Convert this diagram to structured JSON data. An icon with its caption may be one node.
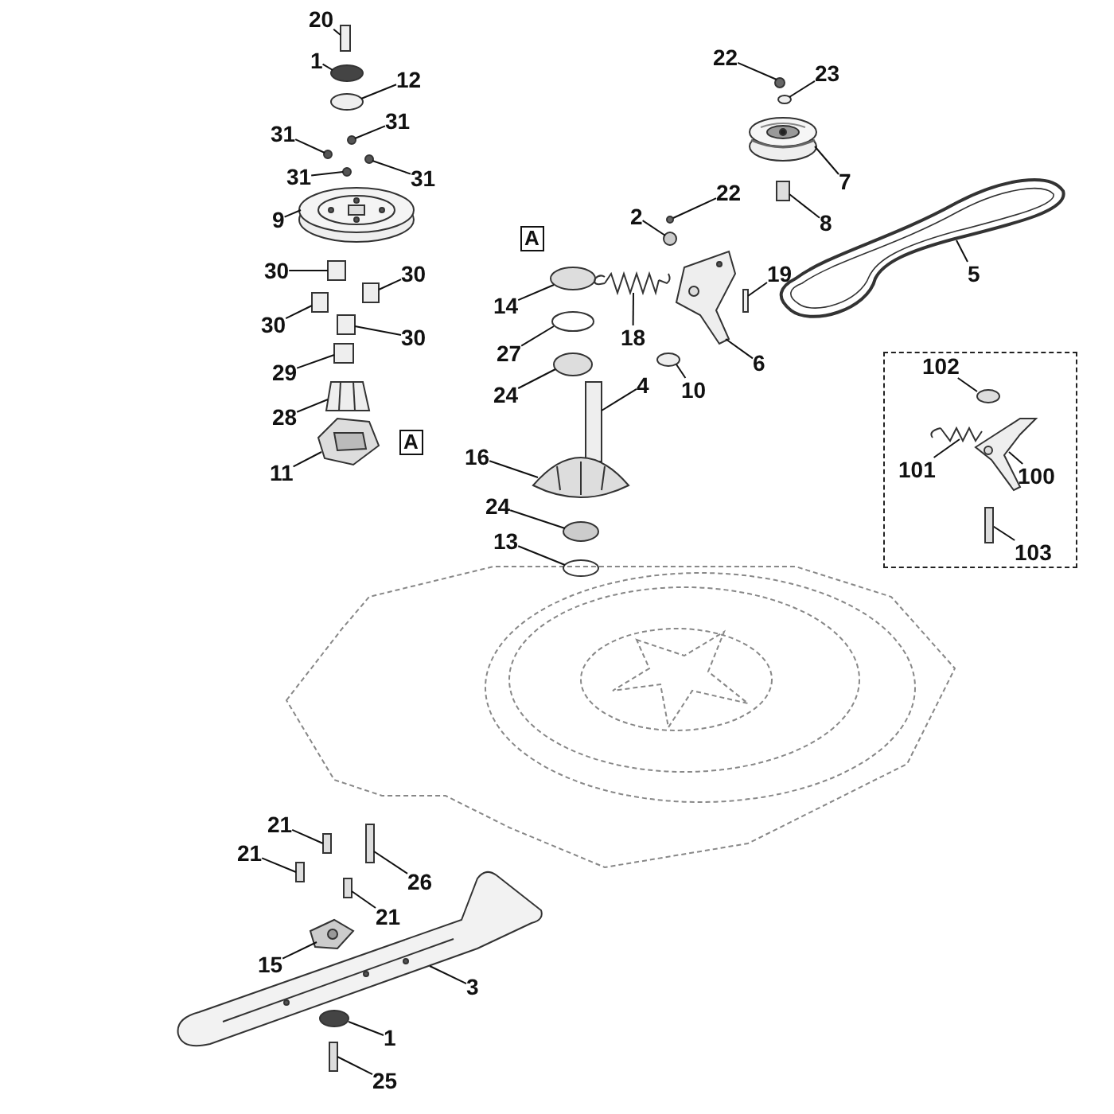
{
  "diagram": {
    "nodes": [
      {
        "text": [
          "20"
        ]
      },
      {
        "text": [
          "1"
        ]
      },
      {
        "text": [
          "12"
        ]
      },
      {
        "text": [
          "22"
        ]
      },
      {
        "text": [
          "23"
        ]
      },
      {
        "text": [
          "31"
        ]
      },
      {
        "text": [
          "31"
        ]
      },
      {
        "text": [
          "31"
        ]
      },
      {
        "text": [
          "31"
        ]
      },
      {
        "text": [
          "7"
        ]
      },
      {
        "text": [
          "9"
        ]
      },
      {
        "text": [
          "2"
        ]
      },
      {
        "text": [
          "22"
        ]
      },
      {
        "text": [
          "8"
        ]
      },
      {
        "text": [
          "A"
        ]
      },
      {
        "text": [
          "14"
        ]
      },
      {
        "text": [
          "5"
        ]
      },
      {
        "text": [
          "18"
        ]
      },
      {
        "text": [
          "30"
        ]
      },
      {
        "text": [
          "30"
        ]
      },
      {
        "text": [
          "19"
        ]
      },
      {
        "text": [
          "30"
        ]
      },
      {
        "text": [
          "30"
        ]
      },
      {
        "text": [
          "27"
        ]
      },
      {
        "text": [
          "6"
        ]
      },
      {
        "text": [
          "24"
        ]
      },
      {
        "text": [
          "4"
        ]
      },
      {
        "text": [
          "10"
        ]
      },
      {
        "text": [
          "29"
        ]
      },
      {
        "text": [],
        "shape": "box"
      },
      {
        "text": [
          "102"
        ],
        "in": 29
      },
      {
        "text": [
          "101"
        ],
        "in": 29
      },
      {
        "text": [
          "100"
        ],
        "in": 29
      },
      {
        "text": [
          "103"
        ],
        "in": 29
      },
      {
        "text": [
          "28"
        ]
      },
      {
        "text": [
          "16"
        ]
      },
      {
        "text": [
          "A"
        ]
      },
      {
        "text": [
          "11"
        ]
      },
      {
        "text": [
          "24"
        ]
      },
      {
        "text": [
          "13"
        ]
      },
      {
        "text": [
          "21"
        ]
      },
      {
        "text": [
          "21"
        ]
      },
      {
        "text": [
          "26"
        ]
      },
      {
        "text": [
          "21"
        ]
      },
      {
        "text": [
          "15"
        ]
      },
      {
        "text": [
          "3"
        ]
      },
      {
        "text": [
          "1"
        ]
      },
      {
        "text": [
          "25"
        ]
      },
      {
        "text": [],
        "shape": "bar"
      },
      {
        "text": [],
        "shape": "circle"
      },
      {
        "text": [],
        "shape": "circle"
      },
      {
        "text": [],
        "shape": "circle"
      },
      {
        "text": [],
        "shape": "circle"
      },
      {
        "text": [],
        "shape": "circle"
      },
      {
        "text": [],
        "shape": "circle"
      },
      {
        "text": [],
        "shape": "circle"
      },
      {
        "text": [],
        "shape": "circle"
      },
      {
        "text": [],
        "shape": "picture"
      },
      {
        "text": [],
        "shape": "picture"
      },
      {
        "text": [],
        "shape": "circle"
      },
      {
        "text": [],
        "shape": "circle"
      },
      {
        "text": [],
        "shape": "bar"
      },
      {
        "text": [],
        "shape": "circle"
      },
      {
        "text": [],
        "shape": "picture"
      },
      {
        "text": [],
        "shape": "picture"
      },
      {
        "text": [],
        "shape": "box"
      },
      {
        "text": [],
        "shape": "box"
      },
      {
        "text": [],
        "shape": "bar"
      },
      {
        "text": [],
        "shape": "box"
      },
      {
        "text": [],
        "shape": "box"
      },
      {
        "text": [],
        "shape": "circle"
      },
      {
        "text": [],
        "shape": "picture"
      },
      {
        "text": [],
        "shape": "circle"
      },
      {
        "text": [],
        "shape": "bar"
      },
      {
        "text": [],
        "shape": "circle"
      },
      {
        "text": [],
        "shape": "box"
      },
      {
        "text": [],
        "shape": "circle",
        "in": 29
      },
      {
        "text": [],
        "shape": "picture",
        "in": 29
      },
      {
        "text": [],
        "shape": "picture",
        "in": 29
      },
      {
        "text": [],
        "shape": "bar",
        "in": 29
      },
      {
        "text": [],
        "shape": "picture"
      },
      {
        "text": [],
        "shape": "picture"
      },
      {
        "text": [],
        "shape": "picture"
      },
      {
        "text": [],
        "shape": "circle"
      },
      {
        "text": [],
        "shape": "circle"
      },
      {
        "text": [],
        "shape": "bar"
      },
      {
        "text": [],
        "shape": "bar"
      },
      {
        "text": [],
        "shape": "bar"
      },
      {
        "text": [],
        "shape": "bar"
      },
      {
        "text": [],
        "shape": "picture"
      },
      {
        "text": [],
        "shape": "picture"
      },
      {
        "text": [],
        "shape": "circle"
      },
      {
        "text": [],
        "shape": "bar"
      }
    ],
    "edges": [
      {
        "from": 0,
        "to": 48,
        "arrow": "none"
      },
      {
        "from": 1,
        "to": 49,
        "arrow": "none"
      },
      {
        "from": 2,
        "to": 50,
        "arrow": "none"
      },
      {
        "from": 3,
        "to": 51,
        "arrow": "none"
      },
      {
        "from": 4,
        "to": 52,
        "arrow": "none"
      },
      {
        "from": 5,
        "to": 53,
        "arrow": "none"
      },
      {
        "from": 6,
        "to": 54,
        "arrow": "none"
      },
      {
        "from": 7,
        "to": 55,
        "arrow": "none"
      },
      {
        "from": 8,
        "to": 56,
        "arrow": "none"
      },
      {
        "from": 9,
        "to": 57,
        "arrow": "none"
      },
      {
        "from": 10,
        "to": 58,
        "arrow": "none"
      },
      {
        "from": 11,
        "to": 59,
        "arrow": "none"
      },
      {
        "from": 12,
        "to": 60,
        "arrow": "none"
      },
      {
        "from": 13,
        "to": 61,
        "arrow": "none"
      },
      {
        "from": 15,
        "to": 62,
        "arrow": "none"
      },
      {
        "from": 16,
        "to": 63,
        "arrow": "none"
      },
      {
        "from": 17,
        "to": 64,
        "arrow": "none"
      },
      {
        "from": 18,
        "to": 65,
        "arrow": "none"
      },
      {
        "from": 19,
        "to": 66,
        "arrow": "none"
      },
      {
        "from": 20,
        "to": 67,
        "arrow": "none"
      },
      {
        "from": 21,
        "to": 68,
        "arrow": "none"
      },
      {
        "from": 22,
        "to": 69,
        "arrow": "none"
      },
      {
        "from": 23,
        "to": 70,
        "arrow": "none"
      },
      {
        "from": 24,
        "to": 71,
        "arrow": "none"
      },
      {
        "from": 25,
        "to": 72,
        "arrow": "none"
      },
      {
        "from": 26,
        "to": 73,
        "arrow": "none"
      },
      {
        "from": 27,
        "to": 74,
        "arrow": "none"
      },
      {
        "from": 28,
        "to": 75,
        "arrow": "none"
      },
      {
        "from": 30,
        "to": 76,
        "arrow": "none"
      },
      {
        "from": 31,
        "to": 77,
        "arrow": "none"
      },
      {
        "from": 32,
        "to": 78,
        "arrow": "none"
      },
      {
        "from": 33,
        "to": 79,
        "arrow": "none"
      },
      {
        "from": 34,
        "to": 80,
        "arrow": "none"
      },
      {
        "from": 35,
        "to": 81,
        "arrow": "none"
      },
      {
        "from": 37,
        "to": 82,
        "arrow": "none"
      },
      {
        "from": 38,
        "to": 83,
        "arrow": "none"
      },
      {
        "from": 39,
        "to": 84,
        "arrow": "none"
      },
      {
        "from": 40,
        "to": 85,
        "arrow": "none"
      },
      {
        "from": 41,
        "to": 86,
        "arrow": "none"
      },
      {
        "from": 42,
        "to": 87,
        "arrow": "none"
      },
      {
        "from": 43,
        "to": 88,
        "arrow": "none"
      },
      {
        "from": 44,
        "to": 89,
        "arrow": "none"
      },
      {
        "from": 45,
        "to": 90,
        "arrow": "none"
      },
      {
        "from": 46,
        "to": 91,
        "arrow": "none"
      },
      {
        "from": 47,
        "to": 92,
        "arrow": "none"
      }
    ]
  }
}
